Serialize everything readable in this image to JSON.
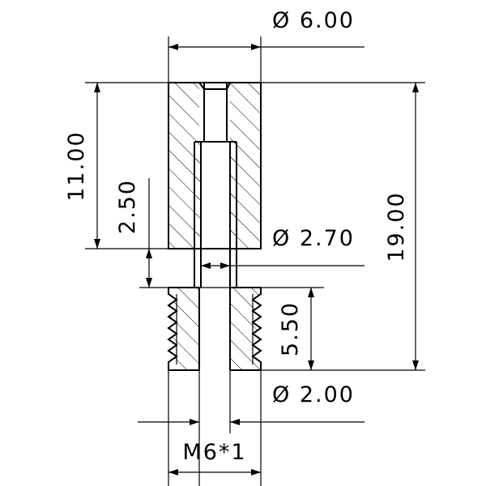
{
  "dimensions": {
    "top_diameter": "Ø 6.00",
    "overall_height": "19.00",
    "upper_height": "11.00",
    "neck_height": "2.50",
    "bore_diameter": "Ø 2.70",
    "thread_length": "5.50",
    "tip_diameter": "Ø 2.00",
    "thread_spec": "M6*1"
  }
}
